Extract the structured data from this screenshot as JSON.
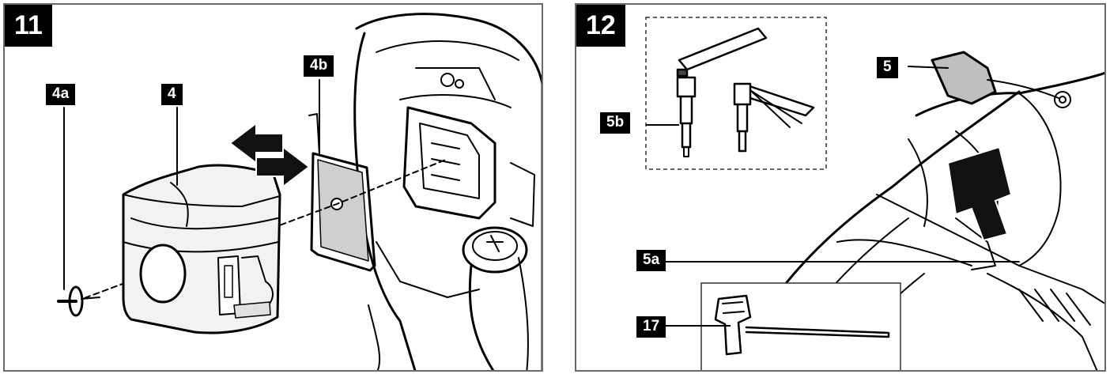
{
  "figure_11": {
    "number": "11",
    "labels": {
      "cap": "4a",
      "cover": "4",
      "filter": "4b"
    }
  },
  "figure_12": {
    "number": "12",
    "labels": {
      "cover": "5",
      "plug_detail": "5b",
      "plug": "5a",
      "tool": "17"
    }
  }
}
